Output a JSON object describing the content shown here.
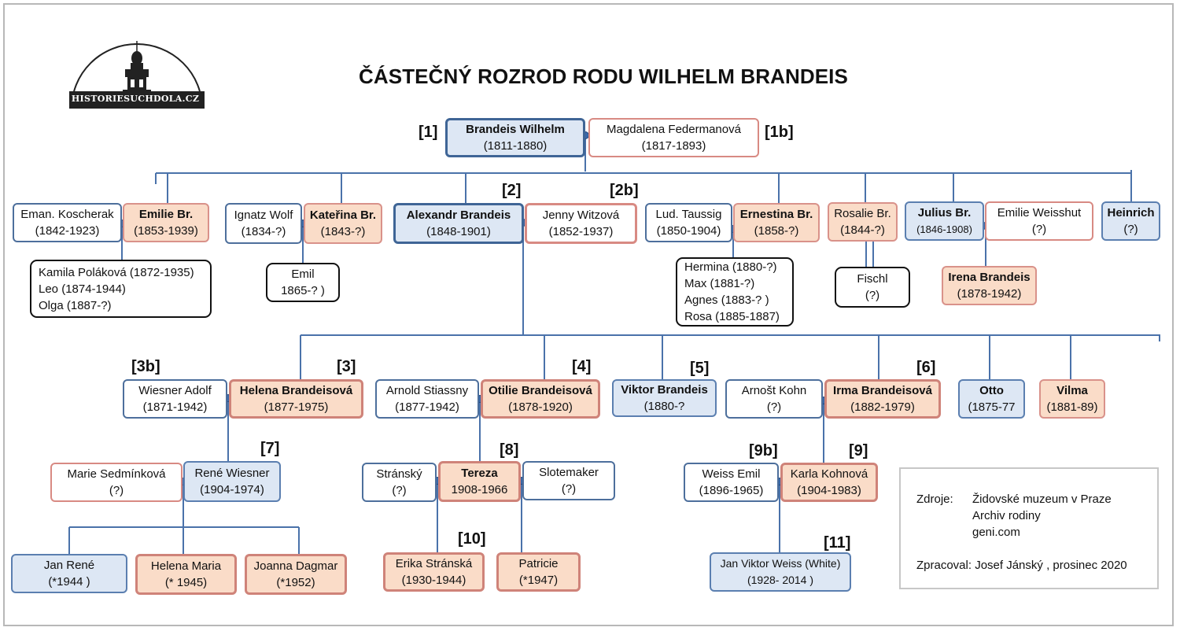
{
  "title": "ČÁSTEČNÝ ROZROD RODU WILHELM BRANDEIS",
  "logo": {
    "text": "HISTORIESUCHDOLA.CZ",
    "icon": "church-tower-logo"
  },
  "labels": {
    "n1": "[1]",
    "n1b": "[1b]",
    "n2": "[2]",
    "n2b": "[2b]",
    "n3": "[3]",
    "n3b": "[3b]",
    "n4": "[4]",
    "n5": "[5]",
    "n6": "[6]",
    "n7": "[7]",
    "n8": "[8]",
    "n9": "[9]",
    "n9b": "[9b]",
    "n10": "[10]",
    "n11": "[11]"
  },
  "people": {
    "wilhelm": {
      "name": "Brandeis Wilhelm",
      "dates": "(1811-1880)"
    },
    "magdalena": {
      "name": "Magdalena  Federmanová",
      "dates": "(1817-1893)"
    },
    "koscherak": {
      "name": "Eman. Koscherak",
      "dates": "(1842-1923)"
    },
    "emilie": {
      "name": "Emilie Br.",
      "dates": "(1853-1939)"
    },
    "wolf": {
      "name": "Ignatz Wolf",
      "dates": "(1834-?)"
    },
    "katerina": {
      "name": "Kateřina Br.",
      "dates": "(1843-?)"
    },
    "alexandr": {
      "name": "Alexandr Brandeis",
      "dates": "(1848-1901)"
    },
    "jenny": {
      "name": "Jenny  Witzová",
      "dates": "(1852-1937)"
    },
    "taussig": {
      "name": "Lud.  Taussig",
      "dates": "(1850-1904)"
    },
    "ernestina": {
      "name": "Ernestina Br.",
      "dates": "(1858-?)"
    },
    "rosalie": {
      "name": "Rosalie Br.",
      "dates": "(1844-?)"
    },
    "julius": {
      "name": "Julius Br.",
      "dates": "(1846-1908)"
    },
    "weisshut": {
      "name": "Emilie Weisshut",
      "dates": "(?)"
    },
    "heinrich": {
      "name": "Heinrich",
      "dates": "(?)"
    },
    "emilie_children": [
      "Kamila Poláková (1872-1935)",
      "Leo (1874-1944)",
      "Olga (1887-?)"
    ],
    "emil": {
      "name": "Emil",
      "dates": "1865-? )"
    },
    "ernestina_children": [
      "Hermina (1880-?)",
      "Max (1881-?)",
      "Agnes (1883-? )",
      "Rosa (1885-1887)"
    ],
    "fischl": {
      "name": "Fischl",
      "dates": "(?)"
    },
    "irena": {
      "name": "Irena Brandeis",
      "dates": "(1878-1942)"
    },
    "wiesner_adolf": {
      "name": "Wiesner Adolf",
      "dates": "(1871-1942)"
    },
    "helena": {
      "name": "Helena Brandeisová",
      "dates": "(1877-1975)"
    },
    "stiassny": {
      "name": "Arnold  Stiassny",
      "dates": "(1877-1942)"
    },
    "otilie": {
      "name": "Otilie Brandeisová",
      "dates": "(1878-1920)"
    },
    "viktor": {
      "name": "Viktor Brandeis",
      "dates": "(1880-?"
    },
    "kohn": {
      "name": "Arnošt Kohn",
      "dates": "(?)"
    },
    "irma": {
      "name": "Irma Brandeisová",
      "dates": "(1882-1979)"
    },
    "otto": {
      "name": "Otto",
      "dates": "(1875-77"
    },
    "vilma": {
      "name": "Vilma",
      "dates": "(1881-89)"
    },
    "sedminkova": {
      "name": "Marie Sedmínková",
      "dates": "(?)"
    },
    "rene": {
      "name": "René Wiesner",
      "dates": "(1904-1974)"
    },
    "stransky": {
      "name": "Stránský",
      "dates": "(?)"
    },
    "tereza": {
      "name": "Tereza",
      "dates": "1908-1966"
    },
    "slotemaker": {
      "name": "Slotemaker",
      "dates": "(?)"
    },
    "weiss_emil": {
      "name": "Weiss Emil",
      "dates": "(1896-1965)"
    },
    "karla": {
      "name": "Karla Kohnová",
      "dates": "(1904-1983)"
    },
    "jan_rene": {
      "name": "Jan René",
      "dates": "(*1944 )"
    },
    "helena_maria": {
      "name": "Helena Maria",
      "dates": "(* 1945)"
    },
    "joanna": {
      "name": "Joanna Dagmar",
      "dates": "(*1952)"
    },
    "erika": {
      "name": "Erika Stránská",
      "dates": "(1930-1944)"
    },
    "patricie": {
      "name": "Patricie",
      "dates": "(*1947)"
    },
    "jan_viktor": {
      "name": "Jan Viktor Weiss  (White)",
      "dates": "(1928- 2014    )"
    }
  },
  "sources": {
    "label": "Zdroje:",
    "items": [
      "Židovské muzeum  v Praze",
      "Archiv rodiny",
      "geni.com"
    ],
    "processed": "Zpracoval:  Josef Jánský , prosinec 2020"
  },
  "colors": {
    "line": "#4a72aa",
    "dot": "#3a68a8",
    "male": "#dde7f4",
    "female": "#fadcc8"
  }
}
